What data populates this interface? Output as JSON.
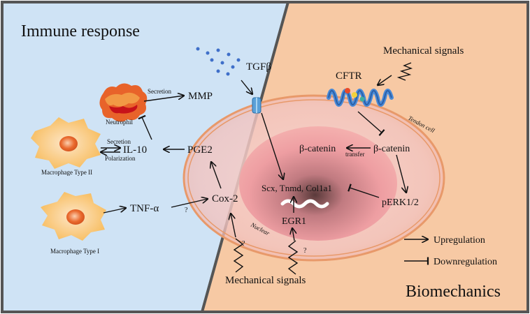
{
  "panels": {
    "left_title": "Immune response",
    "right_title": "Biomechanics"
  },
  "cells": {
    "neutrophil": "Neutrophil",
    "macrophage_ii": "Macrophage Type II",
    "macrophage_i": "Macrophage Type I",
    "tendon_cell": "Tendon cell",
    "nuclear": "Nuclear"
  },
  "molecules": {
    "mmp": "MMP",
    "il10": "IL-10",
    "pge2": "PGE2",
    "cox2": "Cox-2",
    "tnfa": "TNF-α",
    "tgfb": "TGFβ",
    "cftr": "CFTR",
    "bcatenin_nuc": "β-catenin",
    "bcatenin_cyt": "β-catenin",
    "perk": "pERK1/2",
    "genes": "Scx, Tnmd, Col1a1",
    "egr1": "EGR1"
  },
  "arrow_labels": {
    "secretion_mmp": "Secretion",
    "secretion_il10": "Secretion",
    "polarization": "Polarization",
    "transfer": "transfer",
    "q_tnf_cox": "?",
    "q_mech_cox": "?",
    "q_mech_egr": "?"
  },
  "signals": {
    "top": "Mechanical signals",
    "bottom": "Mechanical signals"
  },
  "legend": {
    "upregulation": "Upregulation",
    "downregulation": "Downregulation"
  },
  "colors": {
    "immune_bg": "#cfe3f5",
    "biomech_bg": "#f7c9a4",
    "frame": "#555555",
    "cell_ring": "#e8996a",
    "nucleus": "#f0a8a8",
    "neutrophil": "#e8632a",
    "macrophage": "#f6b33f",
    "tgf_dots": "#3f6fc9"
  }
}
